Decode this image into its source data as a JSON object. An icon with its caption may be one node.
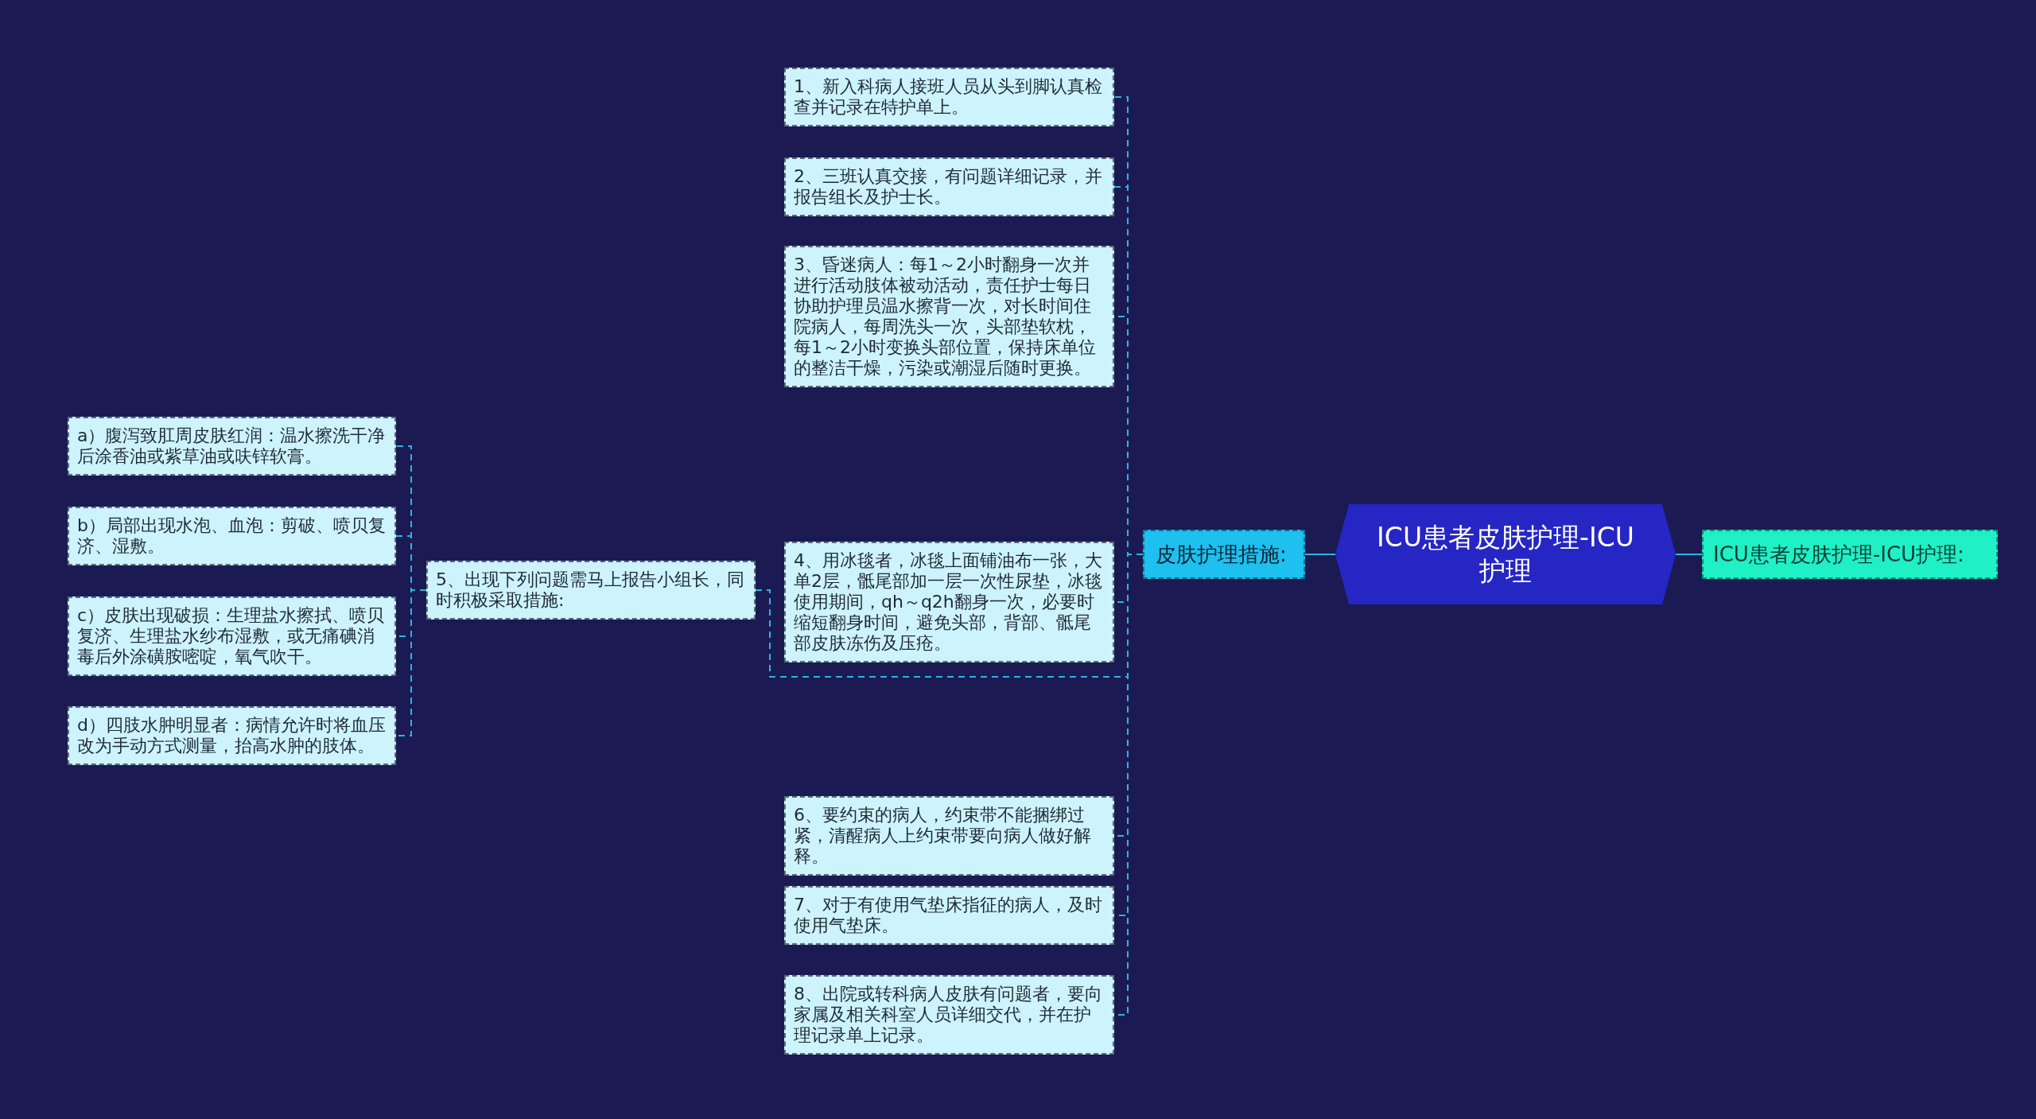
{
  "diagram": {
    "nodes": [
      {
        "text": [
          "ICU患者皮肤护理-ICU护理"
        ]
      },
      {
        "text": [
          "ICU患者皮肤护理-ICU护理:"
        ]
      },
      {
        "text": [
          "皮肤护理措施:"
        ]
      },
      {
        "text": [
          "1、新入科病人接班人员从头到脚认真检查并记录在特护单上。"
        ]
      },
      {
        "text": [
          "2、三班认真交接，有问题详细记录，并报告组长及护士长。"
        ]
      },
      {
        "text": [
          "3、昏迷病人：每1～2小时翻身一次并进行活动肢体被动活动，责任护士每日协助护理员温水擦背一次，对长时间住院病人，每周洗头一次，头部垫软枕，每1～2小时变换头部位置，保持床单位的整洁干燥，污染或潮湿后随时更换。"
        ]
      },
      {
        "text": [
          "4、用冰毯者，冰毯上面铺油布一张，大单2层，骶尾部加一层一次性尿垫，冰毯使用期间，qh～q2h翻身一次，必要时缩短翻身时间，避免头部，背部、骶尾部皮肤冻伤及压疮。"
        ]
      },
      {
        "text": [
          "5、出现下列问题需马上报告小组长，同时积极采取措施:"
        ]
      },
      {
        "text": [
          "6、要约束的病人，约束带不能捆绑过紧，清醒病人上约束带要向病人做好解释。"
        ]
      },
      {
        "text": [
          "7、对于有使用气垫床指征的病人，及时使用气垫床。"
        ]
      },
      {
        "text": [
          "8、出院或转科病人皮肤有问题者，要向家属及相关科室人员详细交代，并在护理记录单上记录。"
        ]
      },
      {
        "text": [
          "a）腹泻致肛周皮肤红润：温水擦洗干净后涂香油或紫草油或呋锌软膏。"
        ]
      },
      {
        "text": [
          "b）局部出现水泡、血泡：剪破、喷贝复济、湿敷。"
        ]
      },
      {
        "text": [
          "c）皮肤出现破损：生理盐水擦拭、喷贝复济、生理盐水纱布湿敷，或无痛碘消毒后外涂磺胺嘧啶，氧气吹干。"
        ]
      },
      {
        "text": [
          "d）四肢水肿明显者：病情允许时将血压改为手动方式测量，抬高水肿的肢体。"
        ]
      }
    ],
    "edges": [
      {
        "from": 0,
        "to": 1,
        "arrow": "none"
      },
      {
        "from": 0,
        "to": 2,
        "arrow": "none"
      },
      {
        "from": 2,
        "to": 3,
        "arrow": "none",
        "style": "dashed"
      },
      {
        "from": 2,
        "to": 4,
        "arrow": "none",
        "style": "dashed"
      },
      {
        "from": 2,
        "to": 5,
        "arrow": "none",
        "style": "dashed"
      },
      {
        "from": 2,
        "to": 6,
        "arrow": "none",
        "style": "dashed"
      },
      {
        "from": 2,
        "to": 7,
        "arrow": "none",
        "style": "dashed"
      },
      {
        "from": 2,
        "to": 8,
        "arrow": "none",
        "style": "dashed"
      },
      {
        "from": 2,
        "to": 9,
        "arrow": "none",
        "style": "dashed"
      },
      {
        "from": 2,
        "to": 10,
        "arrow": "none",
        "style": "dashed"
      },
      {
        "from": 7,
        "to": 11,
        "arrow": "none",
        "style": "dashed"
      },
      {
        "from": 7,
        "to": 12,
        "arrow": "none",
        "style": "dashed"
      },
      {
        "from": 7,
        "to": 13,
        "arrow": "none",
        "style": "dashed"
      },
      {
        "from": 7,
        "to": 14,
        "arrow": "none",
        "style": "dashed"
      }
    ]
  }
}
